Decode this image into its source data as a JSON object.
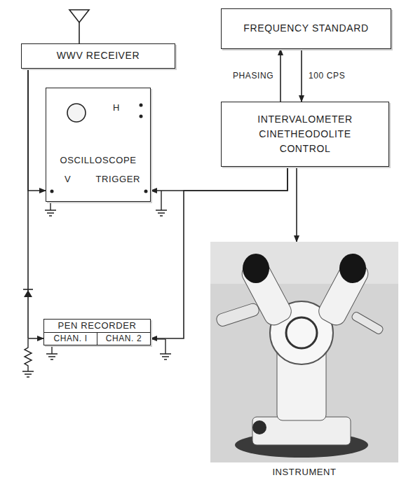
{
  "diagram": {
    "nodes": [
      {
        "text": [
          "WWV RECEIVER"
        ]
      },
      {
        "text": [
          "FREQUENCY STANDARD"
        ]
      },
      {
        "text": [
          "INTERVALOMETER CINETHEODOLITE CONTROL"
        ]
      },
      {
        "text": [
          "H",
          "OSCILLOSCOPE",
          "V",
          "TRIGGER"
        ]
      },
      {
        "text": [
          "PEN RECORDER",
          "CHAN. I",
          "CHAN. 2"
        ]
      },
      {
        "text": [
          "INSTRUMENT"
        ]
      }
    ],
    "edges": [
      {
        "from": 2,
        "to": 1,
        "label": "PHASING",
        "arrow": "to"
      },
      {
        "from": 1,
        "to": 2,
        "label": "100 CPS",
        "arrow": "to"
      },
      {
        "from": 2,
        "to": 5,
        "arrow": "to"
      },
      {
        "from": 0,
        "to": 3,
        "arrow": "to"
      },
      {
        "from": 0,
        "to": 4,
        "arrow": "to"
      },
      {
        "from": 2,
        "to": 3,
        "arrow": "to"
      },
      {
        "from": 2,
        "to": 4,
        "arrow": "to"
      }
    ]
  }
}
